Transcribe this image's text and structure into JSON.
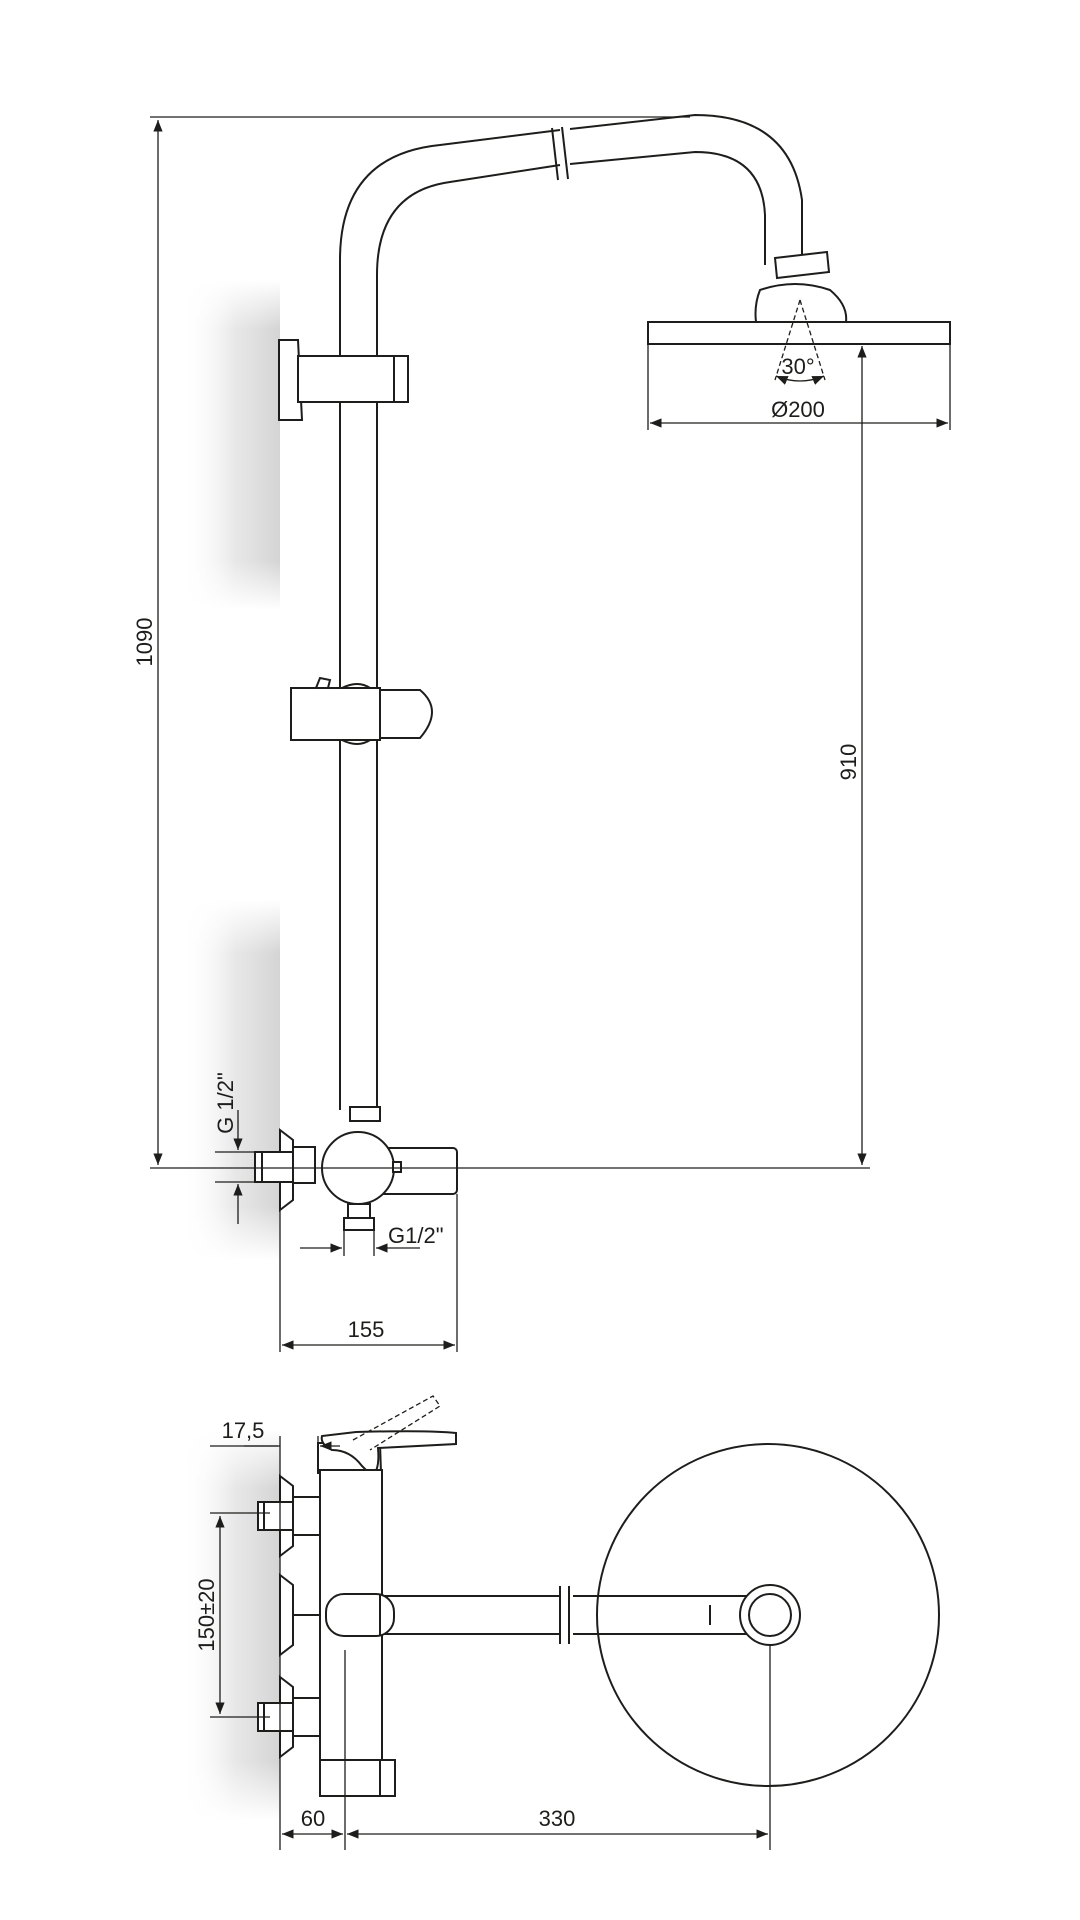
{
  "dimensions": {
    "total_height": "1090",
    "head_height": "910",
    "head_diameter": "Ø200",
    "spray_angle": "30°",
    "inlet_thread_vertical": "G 1/2\"",
    "outlet_thread": "G1/2\"",
    "projection_side": "155",
    "wall_offset": "17,5",
    "inlet_spacing": "150±20",
    "pipe_offset": "60",
    "arm_reach": "330"
  },
  "colors": {
    "line": "#1d1d1b",
    "wall_shadow": "#d8d8d8",
    "background": "#ffffff"
  }
}
